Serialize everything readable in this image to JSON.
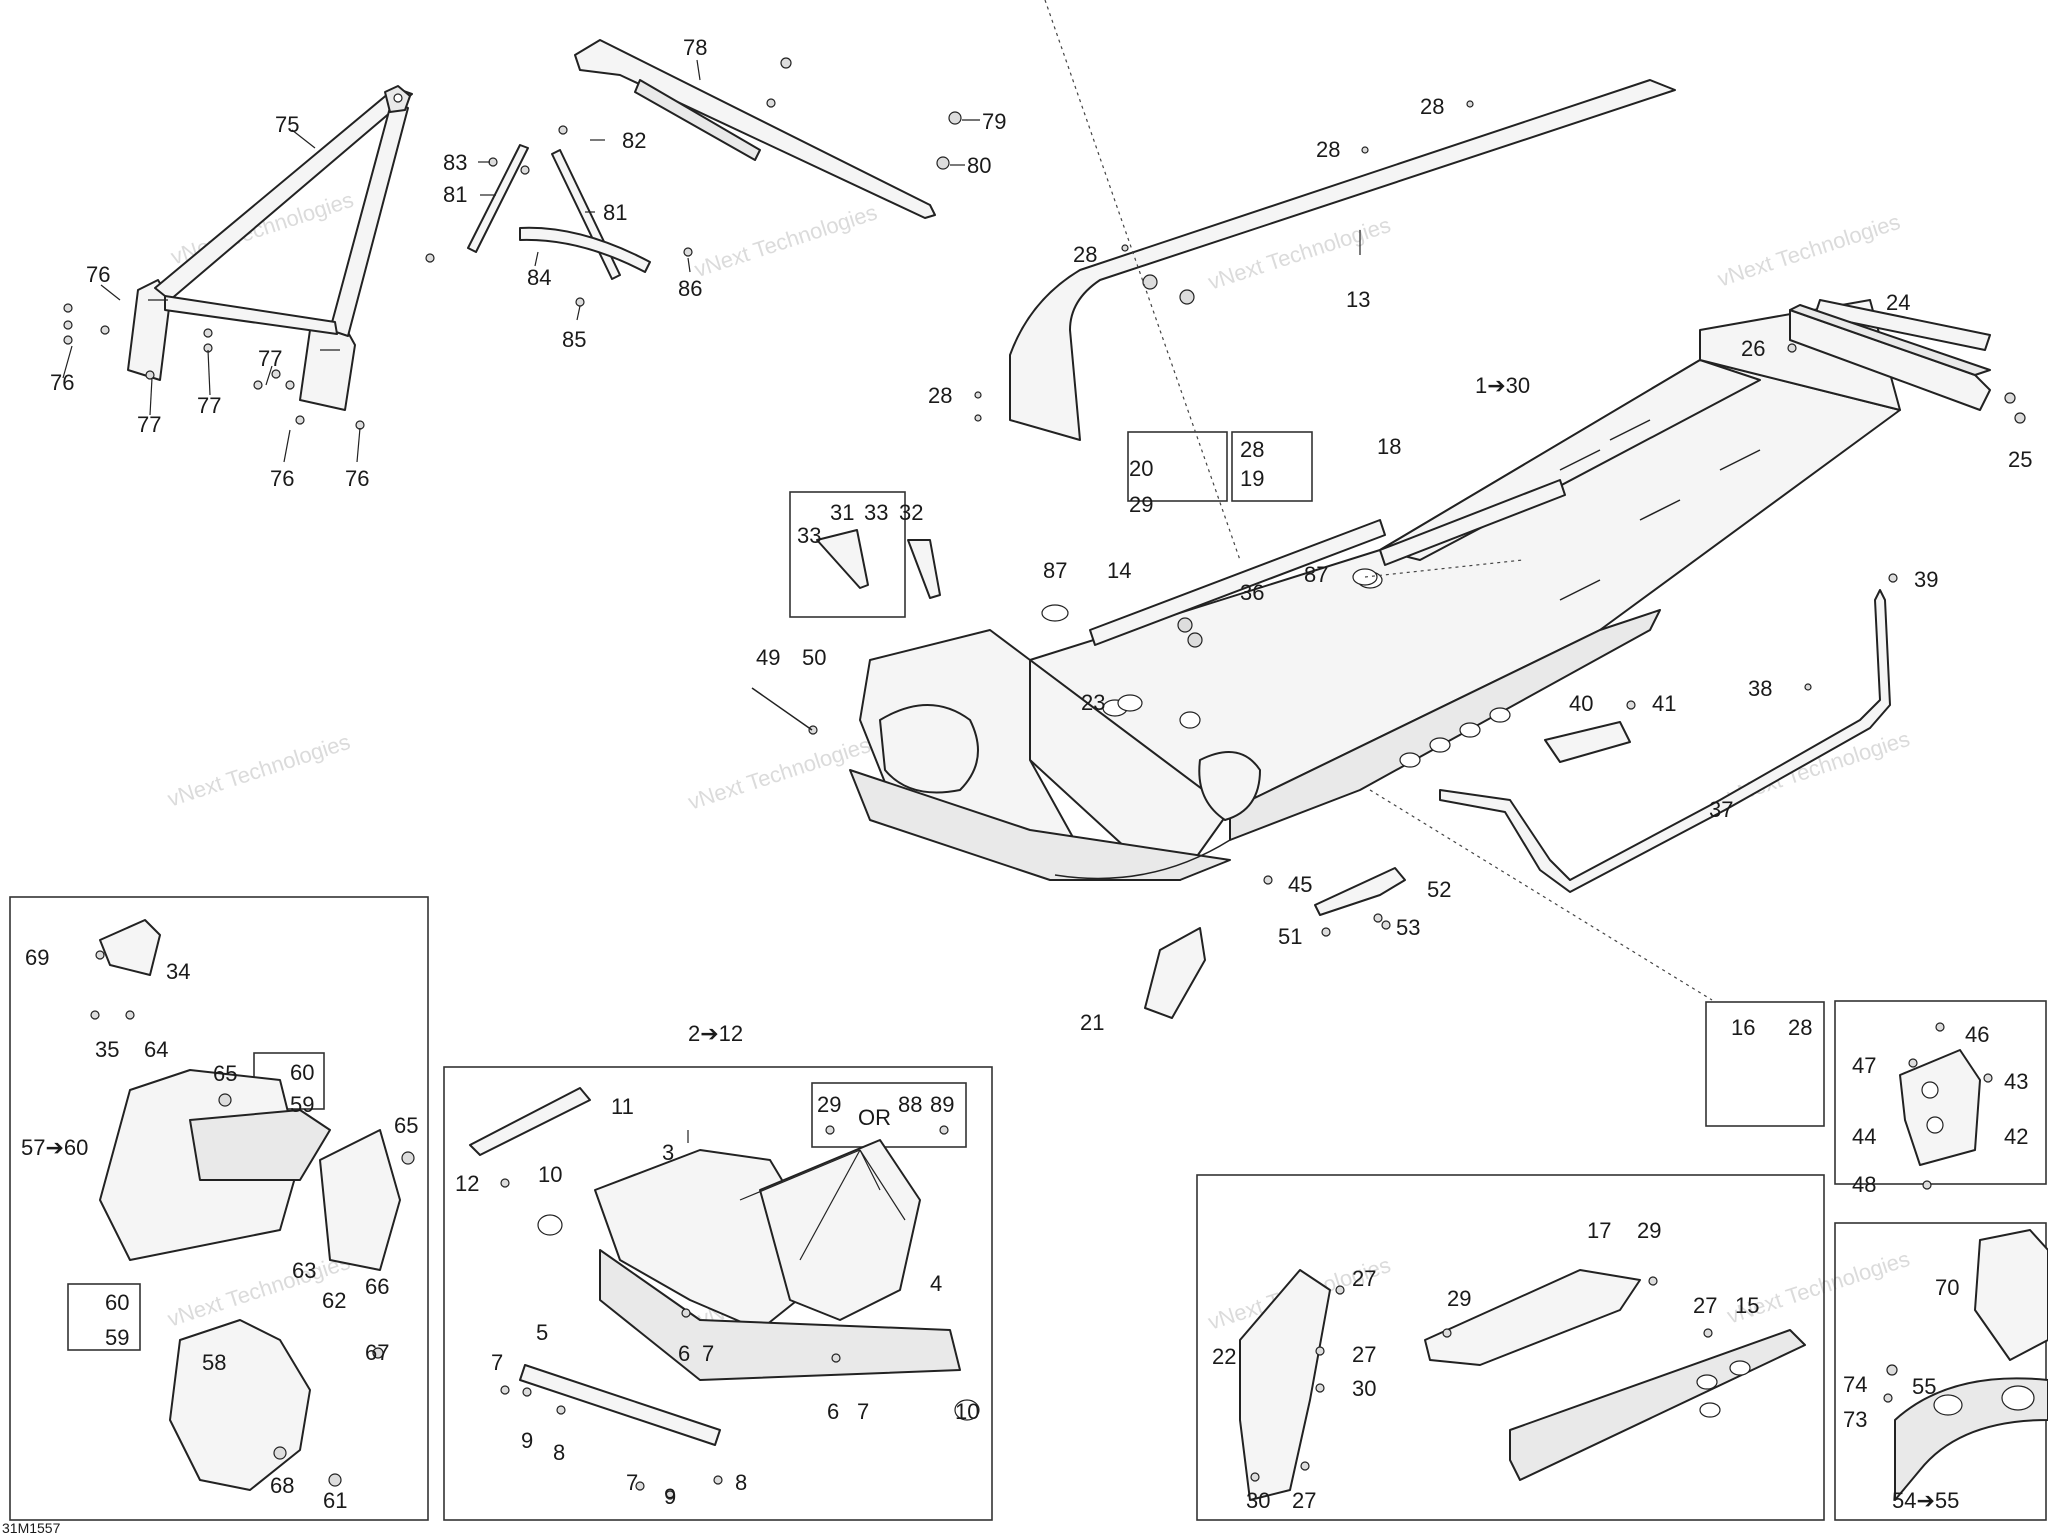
{
  "diagram": {
    "code": "31M1557",
    "watermark_text": "vNext Technologies",
    "callouts": {
      "c1_30": "1➔30",
      "c2_12": "2➔12",
      "c3": "3",
      "c4": "4",
      "c5": "5",
      "c6": "6",
      "c7": "7",
      "c8": "8",
      "c9": "9",
      "c10": "10",
      "c11": "11",
      "c12": "12",
      "c13": "13",
      "c14": "14",
      "c15": "15",
      "c16": "16",
      "c17": "17",
      "c18": "18",
      "c19": "19",
      "c20": "20",
      "c21": "21",
      "c22": "22",
      "c23": "23",
      "c24": "24",
      "c25": "25",
      "c26": "26",
      "c27": "27",
      "c28": "28",
      "c29": "29",
      "c30": "30",
      "c31": "31",
      "c32": "32",
      "c33": "33",
      "c34": "34",
      "c35": "35",
      "c36": "36",
      "c37": "37",
      "c38": "38",
      "c39": "39",
      "c40": "40",
      "c41": "41",
      "c42": "42",
      "c43": "43",
      "c44": "44",
      "c45": "45",
      "c46": "46",
      "c47": "47",
      "c48": "48",
      "c49": "49",
      "c50": "50",
      "c51": "51",
      "c52": "52",
      "c53": "53",
      "c54_55": "54➔55",
      "c55": "55",
      "c57_60": "57➔60",
      "c58": "58",
      "c59": "59",
      "c60": "60",
      "c61": "61",
      "c62": "62",
      "c63": "63",
      "c64": "64",
      "c65": "65",
      "c66": "66",
      "c67": "67",
      "c68": "68",
      "c69": "69",
      "c70": "70",
      "c73": "73",
      "c74": "74",
      "c75": "75",
      "c76": "76",
      "c77": "77",
      "c78": "78",
      "c79": "79",
      "c80": "80",
      "c81": "81",
      "c82": "82",
      "c83": "83",
      "c84": "84",
      "c85": "85",
      "c86": "86",
      "c87": "87",
      "c88": "88",
      "c89": "89",
      "or": "OR"
    }
  }
}
